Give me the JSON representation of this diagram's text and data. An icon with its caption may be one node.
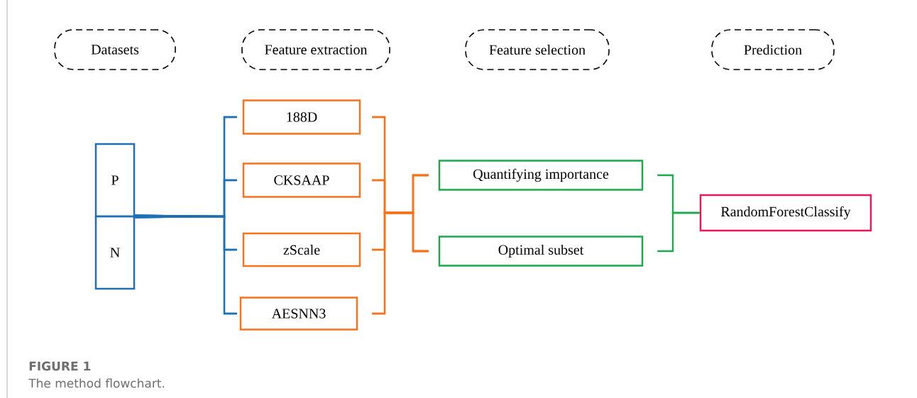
{
  "diagram": {
    "caption": "The method flowchart.",
    "nodes": [
      {
        "text": [
          "Datasets"
        ]
      },
      {
        "text": [
          "Feature extraction"
        ]
      },
      {
        "text": [
          "Feature selection"
        ]
      },
      {
        "text": [
          "Prediction"
        ]
      },
      {
        "text": [
          "P"
        ]
      },
      {
        "text": [
          "N"
        ]
      },
      {
        "text": [
          "188D"
        ]
      },
      {
        "text": [
          "CKSAAP"
        ]
      },
      {
        "text": [
          "zScale"
        ]
      },
      {
        "text": [
          "AESNN3"
        ]
      },
      {
        "text": [
          "Quantifying importance"
        ]
      },
      {
        "text": [
          "Optimal subset"
        ]
      },
      {
        "text": [
          "RandomForestClassify"
        ]
      }
    ],
    "edges": [
      {
        "from": 4,
        "to": 6,
        "arrow": "none",
        "color": "#1f6fb5"
      },
      {
        "from": 4,
        "to": 7,
        "arrow": "none",
        "color": "#1f6fb5"
      },
      {
        "from": 4,
        "to": 8,
        "arrow": "none",
        "color": "#1f6fb5"
      },
      {
        "from": 4,
        "to": 9,
        "arrow": "none",
        "color": "#1f6fb5"
      },
      {
        "from": 5,
        "to": 6,
        "arrow": "none",
        "color": "#1f6fb5"
      },
      {
        "from": 5,
        "to": 7,
        "arrow": "none",
        "color": "#1f6fb5"
      },
      {
        "from": 5,
        "to": 8,
        "arrow": "none",
        "color": "#1f6fb5"
      },
      {
        "from": 5,
        "to": 9,
        "arrow": "none",
        "color": "#1f6fb5"
      },
      {
        "from": 6,
        "to": 10,
        "arrow": "none",
        "color": "#f4731f"
      },
      {
        "from": 6,
        "to": 11,
        "arrow": "none",
        "color": "#f4731f"
      },
      {
        "from": 7,
        "to": 10,
        "arrow": "none",
        "color": "#f4731f"
      },
      {
        "from": 7,
        "to": 11,
        "arrow": "none",
        "color": "#f4731f"
      },
      {
        "from": 8,
        "to": 10,
        "arrow": "none",
        "color": "#f4731f"
      },
      {
        "from": 8,
        "to": 11,
        "arrow": "none",
        "color": "#f4731f"
      },
      {
        "from": 9,
        "to": 10,
        "arrow": "none",
        "color": "#f4731f"
      },
      {
        "from": 9,
        "to": 11,
        "arrow": "none",
        "color": "#f4731f"
      },
      {
        "from": 10,
        "to": 12,
        "arrow": "none",
        "color": "#1ba94c"
      },
      {
        "from": 11,
        "to": 12,
        "arrow": "none",
        "color": "#1ba94c"
      }
    ],
    "labels": [
      "FIGURE 1"
    ]
  }
}
